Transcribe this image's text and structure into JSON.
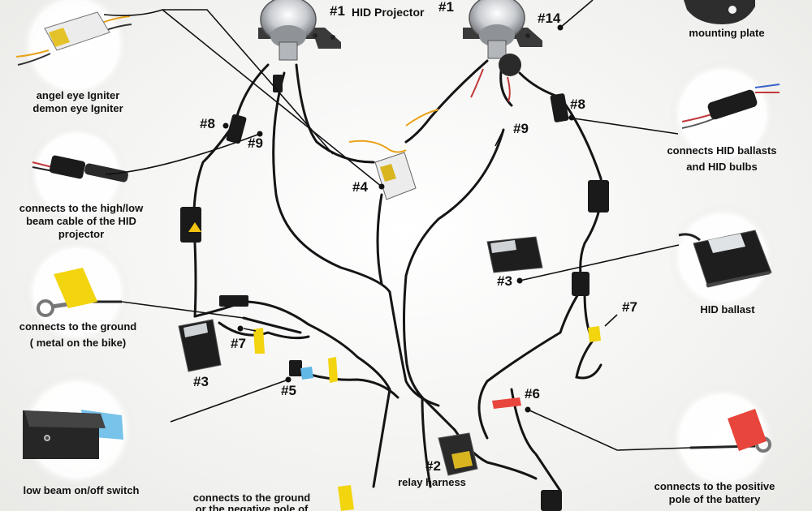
{
  "title": "#1",
  "title_suffix": "HID Projector",
  "title_mark_right": "#1",
  "numbers": {
    "n14": "#14",
    "n8_left": "#8",
    "n9_left": "#9",
    "n4": "#4",
    "n9_right": "#9",
    "n8_right": "#8",
    "n3_right": "#3",
    "n7_right": "#7",
    "n7_left": "#7",
    "n3_left": "#3",
    "n5": "#5",
    "n6": "#6",
    "n2": "#2"
  },
  "labels": {
    "mounting_plate": "mounting plate",
    "igniter_line1": "angel eye Igniter",
    "igniter_line2": "demon eye Igniter",
    "beam_cable_line1": "connects to the high/low",
    "beam_cable_line2": "beam cable of the HID",
    "beam_cable_line3": "projector",
    "ground_line1": "connects to the ground",
    "ground_line2": "( metal on the bike)",
    "switch": "low beam on/off switch",
    "ground_neg_line1": "connects to the ground",
    "ground_neg_line2": "or the negative pole of",
    "ballasts_bulbs_line1": "connects HID ballasts",
    "ballasts_bulbs_line2": "and HID bulbs",
    "hid_ballast": "HID ballast",
    "relay_harness": "relay harness",
    "positive_line1": "connects to the positive",
    "positive_line2": "pole of the battery"
  },
  "colors": {
    "wire": "#151515",
    "yellow_tag": "#f2d40f",
    "red_tag": "#e8453c",
    "blue_connector": "#5fb8e6",
    "ballast_body": "#1e1e1e",
    "chrome": "#c9ccd0"
  }
}
